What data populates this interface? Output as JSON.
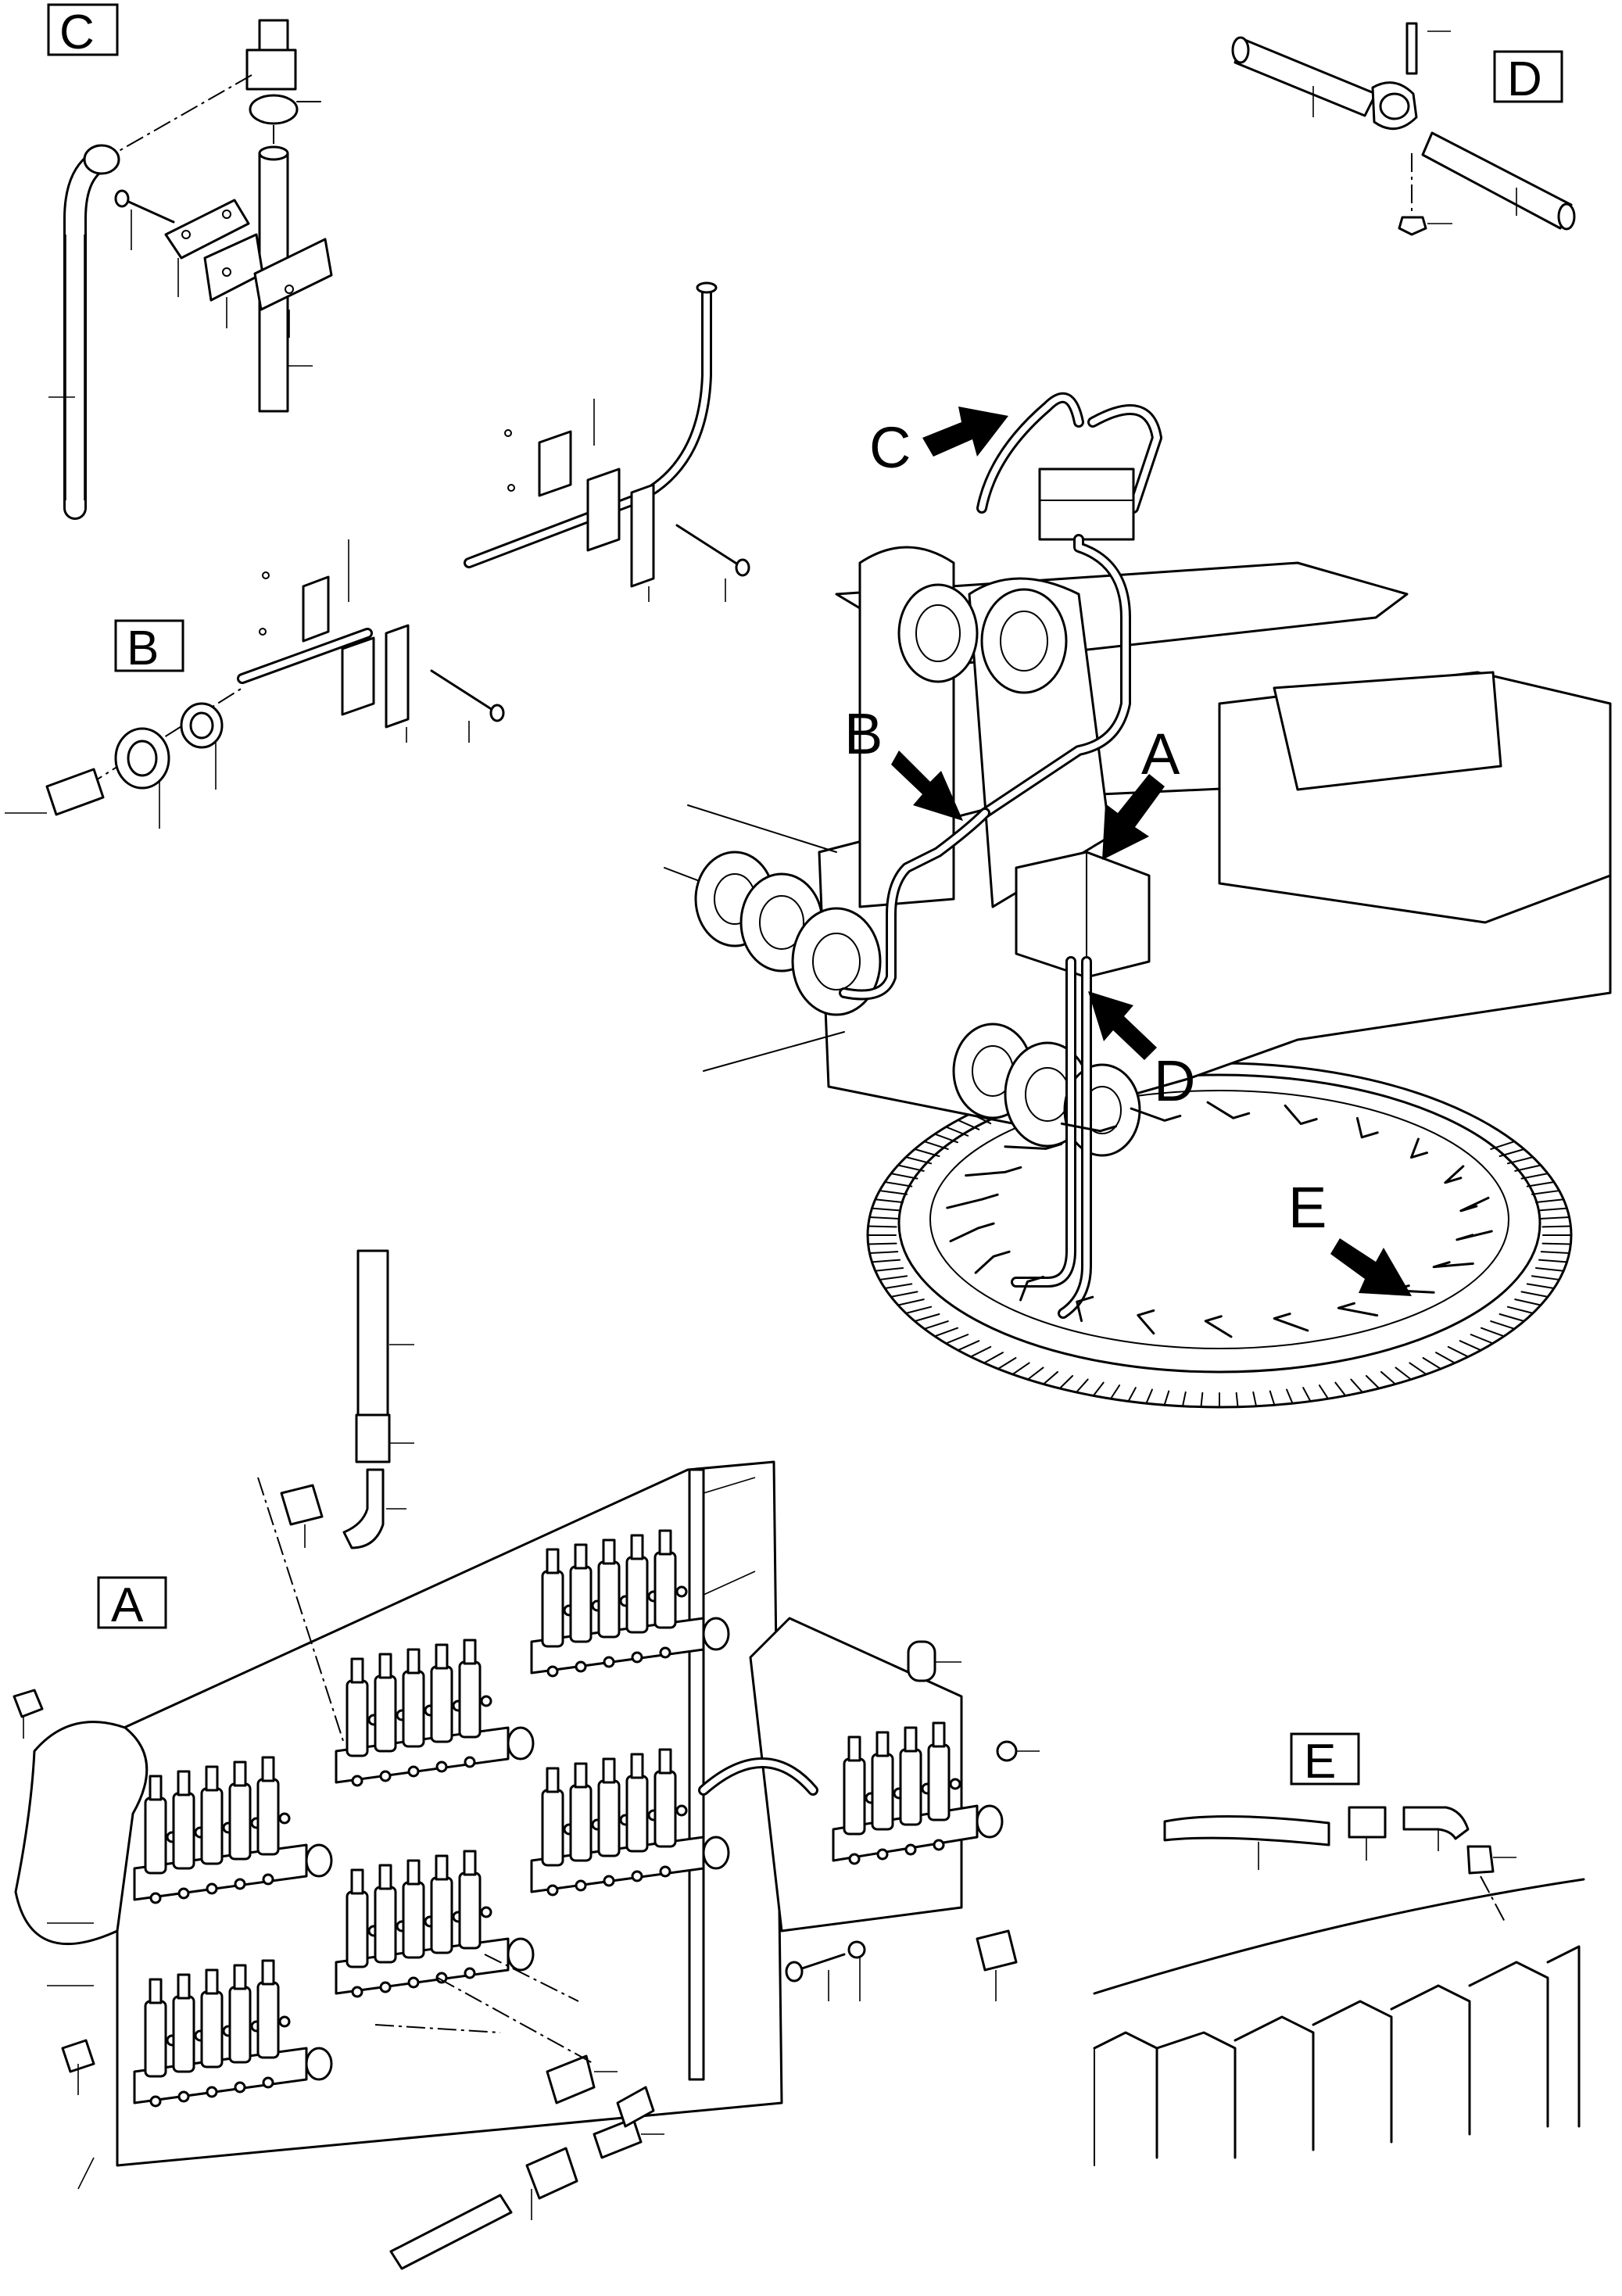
{
  "figure": {
    "detail_labels": {
      "c": "C",
      "d": "D",
      "b": "B",
      "a": "A",
      "e": "E"
    },
    "arrow_labels": {
      "c": "C",
      "b": "B",
      "a": "A",
      "d": "D",
      "e": "E"
    }
  }
}
